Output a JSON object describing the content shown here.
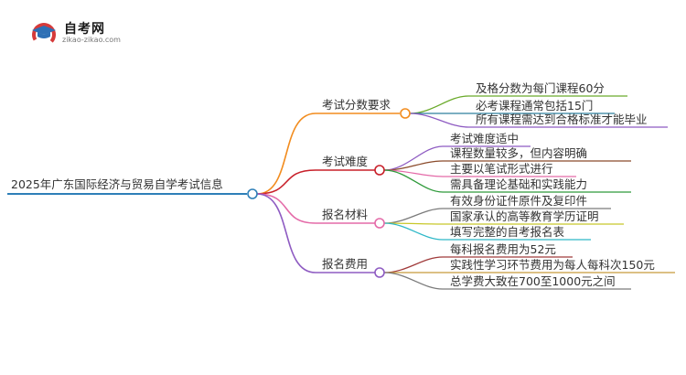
{
  "site": {
    "logo_name": "自考网",
    "logo_domain": "zikao-zikao.com",
    "logo_icon": "graduation-cap-icon"
  },
  "mindmap": {
    "root": {
      "label": "2025年广东国际经济与贸易自学考试信息",
      "color": "#2e7fb8"
    },
    "branches": [
      {
        "label": "考试分数要求",
        "color": "#f28c1e",
        "children": [
          {
            "label": "及格分数为每门课程60分",
            "color": "#6aaa2a"
          },
          {
            "label": "必考课程通常包括15门",
            "color": "#2d7f9e"
          },
          {
            "label": "所有课程需达到合格标准才能毕业",
            "color": "#8e5bc2"
          }
        ]
      },
      {
        "label": "考试难度",
        "color": "#c8202a",
        "children": [
          {
            "label": "考试难度适中",
            "color": "#8e5bc2"
          },
          {
            "label": "课程数量较多，但内容明确",
            "color": "#8a4a2a"
          },
          {
            "label": "主要以笔试形式进行",
            "color": "#e46aa8"
          },
          {
            "label": "需具备理论基础和实践能力",
            "color": "#2e9a3a"
          }
        ]
      },
      {
        "label": "报名材料",
        "color": "#e46aa8",
        "children": [
          {
            "label": "有效身份证件原件及复印件",
            "color": "#7a7a7a"
          },
          {
            "label": "国家承认的高等教育学历证明",
            "color": "#c8c82a"
          },
          {
            "label": "填写完整的自考报名表",
            "color": "#2fb8c8"
          }
        ]
      },
      {
        "label": "报名费用",
        "color": "#8e5bc2",
        "children": [
          {
            "label": "每科报名费用为52元",
            "color": "#a03a3a"
          },
          {
            "label": "实践性学习环节费用为每人每科次150元",
            "color": "#c89a3a"
          },
          {
            "label": "总学费大致在700至1000元之间",
            "color": "#7a7a7a"
          }
        ]
      }
    ]
  }
}
